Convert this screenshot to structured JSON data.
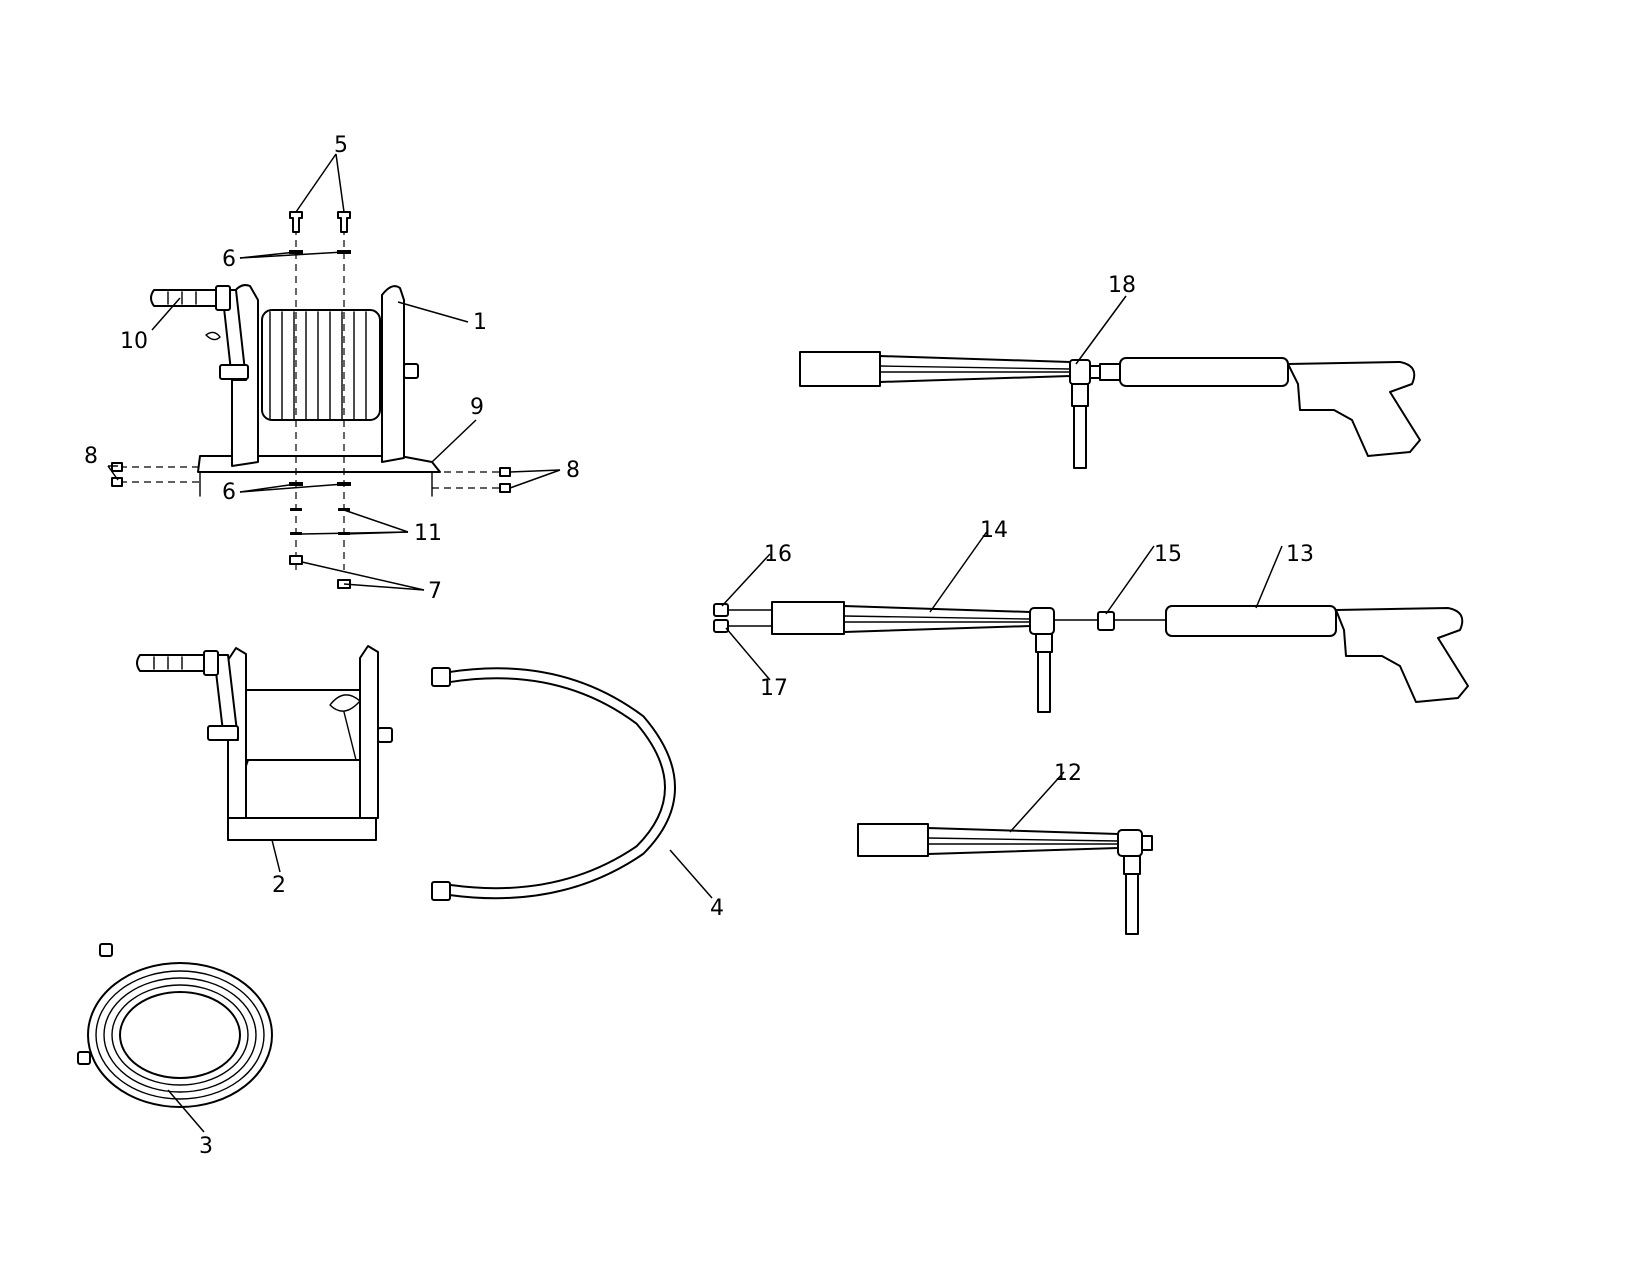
{
  "callouts": [
    "1",
    "2",
    "3",
    "4",
    "5",
    "6",
    "6",
    "7",
    "8",
    "8",
    "9",
    "10",
    "11",
    "12",
    "13",
    "14",
    "15",
    "16",
    "17",
    "18"
  ]
}
